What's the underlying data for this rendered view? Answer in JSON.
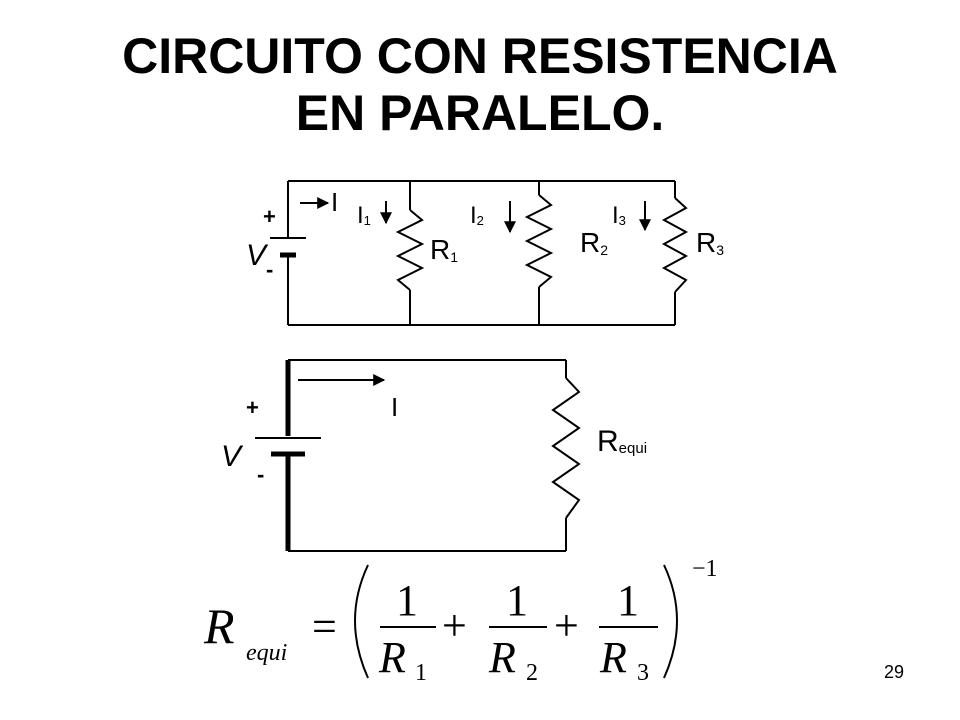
{
  "slide": {
    "title_line1": "CIRCUITO  CON RESISTENCIA",
    "title_line2": "EN PARALELO.",
    "page_number": "29"
  },
  "parallel_circuit": {
    "plus": "+",
    "minus": "-",
    "voltage": "V",
    "current_total": "I",
    "branches": [
      {
        "current": "I",
        "current_sub": "1",
        "resistor": "R",
        "resistor_sub": "1"
      },
      {
        "current": "I",
        "current_sub": "2",
        "resistor": "R",
        "resistor_sub": "2"
      },
      {
        "current": "I",
        "current_sub": "3",
        "resistor": "R",
        "resistor_sub": "3"
      }
    ]
  },
  "equivalent_circuit": {
    "plus": "+",
    "minus": "-",
    "voltage": "V",
    "current": "I",
    "resistor": "R",
    "resistor_sub": "equi"
  },
  "formula": {
    "lhs": "R",
    "lhs_sub": "equi",
    "equals": "=",
    "numerator": "1",
    "plus": "+",
    "denominators": [
      {
        "r": "R",
        "sub": "1"
      },
      {
        "r": "R",
        "sub": "2"
      },
      {
        "r": "R",
        "sub": "3"
      }
    ],
    "exponent": "−1"
  }
}
